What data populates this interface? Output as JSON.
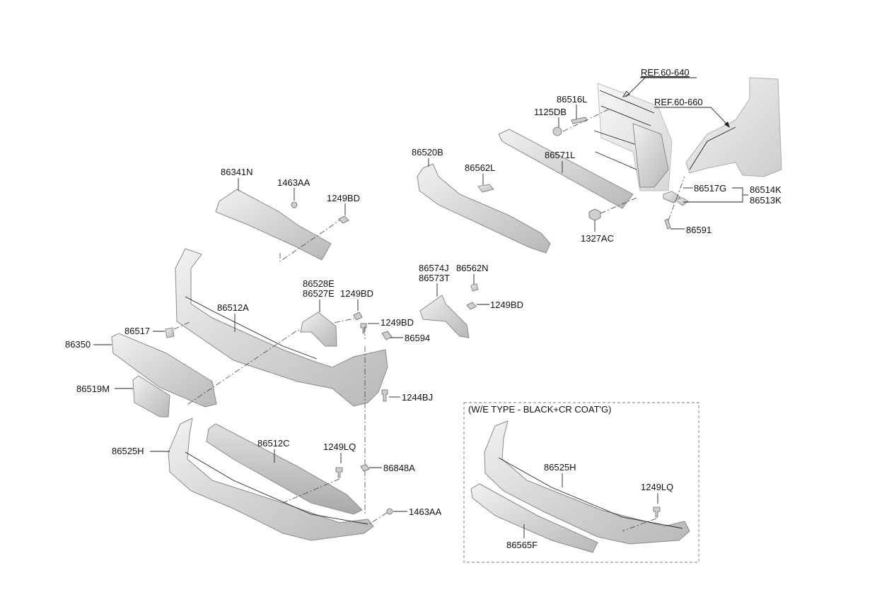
{
  "labels": {
    "ref_60_640": "REF.60-640",
    "ref_60_660": "REF.60-660",
    "p86516L": "86516L",
    "p1125DB": "1125DB",
    "p86520B": "86520B",
    "p86562L": "86562L",
    "p86571L": "86571L",
    "p86517G": "86517G",
    "p86514K": "86514K",
    "p86513K": "86513K",
    "p86591": "86591",
    "p1327AC": "1327AC",
    "p86341N": "86341N",
    "p1463AA_top": "1463AA",
    "p1249BD_top": "1249BD",
    "p86574J": "86574J",
    "p86562N": "86562N",
    "p86573T": "86573T",
    "p1249BD_right": "1249BD",
    "p86528E": "86528E",
    "p86527E": "86527E",
    "p1249BD_mid": "1249BD",
    "p1249BD_mid2": "1249BD",
    "p86594": "86594",
    "p86512A": "86512A",
    "p86517": "86517",
    "p86350": "86350",
    "p86519M": "86519M",
    "p1244BJ": "1244BJ",
    "p86525H": "86525H",
    "p86512C": "86512C",
    "p1249LQ": "1249LQ",
    "p86848A": "86848A",
    "p1463AA_bottom": "1463AA",
    "inset_title": "(W/E TYPE - BLACK+CR COAT'G)",
    "inset_86525H": "86525H",
    "inset_1249LQ": "1249LQ",
    "inset_86565F": "86565F"
  }
}
